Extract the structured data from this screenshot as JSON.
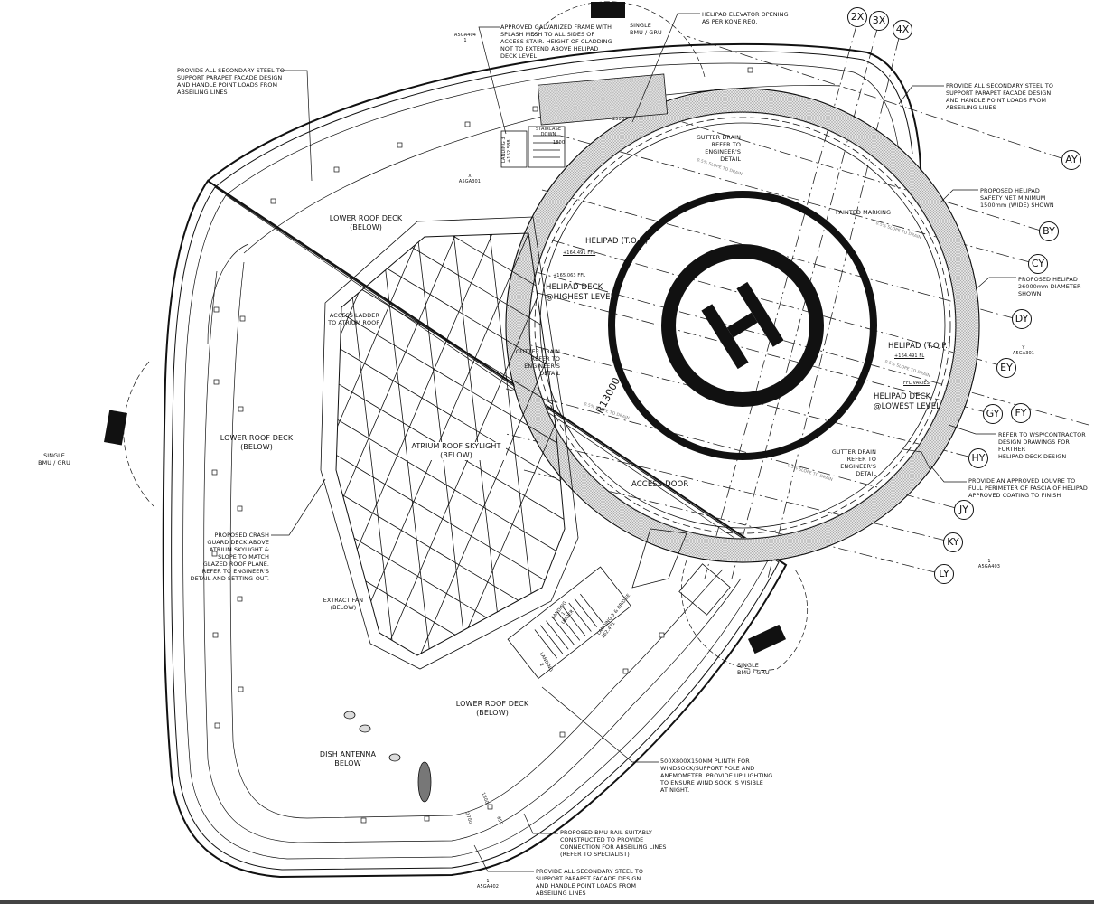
{
  "notes": {
    "steel_top_left": "PROVIDE ALL SECONDARY STEEL TO\nSUPPORT PARAPET FACADE DESIGN\nAND HANDLE POINT LOADS FROM\nABSEILING LINES",
    "galvanized_frame": "APPROVED GALVANIZED FRAME WITH\nSPLASH MESH TO ALL SIDES OF\nACCESS STAIR. HEIGHT OF CLADDING\nNOT TO EXTEND ABOVE HELIPAD\nDECK LEVEL",
    "elevator_opening": "HELIPAD ELEVATOR OPENING\nAS PER KONE REQ.",
    "steel_right": "PROVIDE ALL SECONDARY STEEL TO\nSUPPORT PARAPET FACADE DESIGN\nAND HANDLE POINT LOADS FROM\nABSEILING LINES",
    "safety_net": "PROPOSED HELIPAD\nSAFETY NET MINIMUM\n1500mm (WIDE) SHOWN",
    "helipad_diameter": "PROPOSED HELIPAD\n26000mm DIAMETER\nSHOWN",
    "refer_wsp": "REFER TO WSP/CONTRACTOR\nDESIGN DRAWINGS FOR FURTHER\nHELIPAD DECK DESIGN",
    "louvre": "PROVIDE AN APPROVED LOUVRE TO\nFULL PERIMETER OF FASCIA OF HELIPAD\nAPPROVED COATING TO FINISH",
    "plinth": "500X800X150MM PLINTH FOR\nWINDSOCK/SUPPORT POLE AND\nANEMOMETER. PROVIDE UP LIGHTING\nTO ENSURE WIND SOCK IS VISIBLE\nAT NIGHT.",
    "bmu_rail": "PROPOSED BMU RAIL SUITABLY\nCONSTRUCTED TO PROVIDE\nCONNECTION FOR ABSEILING LINES\n(REFER TO SPECIALIST)",
    "steel_bottom": "PROVIDE ALL SECONDARY STEEL TO\nSUPPORT PARAPET FACADE DESIGN\nAND HANDLE POINT LOADS FROM\nABSEILING LINES",
    "access_ladder": "ACCESS LADDER\nTO ATRIUM ROOF",
    "crash_guard": "PROPOSED CRASH\nGUARD DECK ABOVE\nATRIUM SKYLIGHT &\nSLOPE TO MATCH\nGLAZED ROOF PLANE.\nREFER TO ENGINEER'S\nDETAIL AND SETTING-OUT.",
    "extract_fan": "EXTRACT FAN\n(BELOW)",
    "gutter_drain": "GUTTER DRAIN\nREFER TO\nENGINEER'S\nDETAIL",
    "painted_marking": "PAINTED MARKING"
  },
  "labels": {
    "single_bmu": "SINGLE\nBMU / GRU",
    "lower_roof_deck": "LOWER ROOF DECK\n(BELOW)",
    "dish_antenna": "DISH ANTENNA\nBELOW",
    "atrium_skylight": "ATRIUM ROOF SKYLIGHT\n(BELOW)",
    "helipad_top": "HELIPAD (T.O.P.)",
    "helipad_deck_highest": "HELIPAD DECK\n@HIGHEST LEVEL",
    "helipad_deck_lowest": "HELIPAD DECK\n@LOWEST LEVEL",
    "level_164_ffl": "+164.491 FFL",
    "level_164_fl": "+164.491 FL",
    "level_165_ffl": "+165.063 FFL",
    "ffl_varies": "FFL VARIES",
    "access_door": "ACCESS DOOR",
    "radius": "R13000",
    "slope": "0.5% SLOPE TO DRAIN",
    "landing_3": "LANDING 3\n+162.588",
    "staircase_down": "STAIRCASE\nDOWN",
    "landing_3_bridge": "LANDING 3 & BRIDGE\n162.491",
    "landing_1": "LANDING\n1\nUNDER",
    "landing_2": "LANDING\n2",
    "dim_1800": "1800",
    "dim_2500": "2500",
    "dim_2700": "2700",
    "dim_850": "850"
  },
  "grid_x": [
    "2X",
    "3X",
    "4X"
  ],
  "grid_y": [
    "AY",
    "BY",
    "CY",
    "DY",
    "EY",
    "FY",
    "GY",
    "HY",
    "JY",
    "KY",
    "LY"
  ],
  "section_markers": [
    {
      "ref": "A5GA404",
      "num": "1"
    },
    {
      "ref": "A5GA301",
      "num": "X"
    },
    {
      "ref": "A5GA301",
      "num": "Y"
    },
    {
      "ref": "A5GA402",
      "num": "1"
    },
    {
      "ref": "A5GA403",
      "num": "1"
    }
  ]
}
